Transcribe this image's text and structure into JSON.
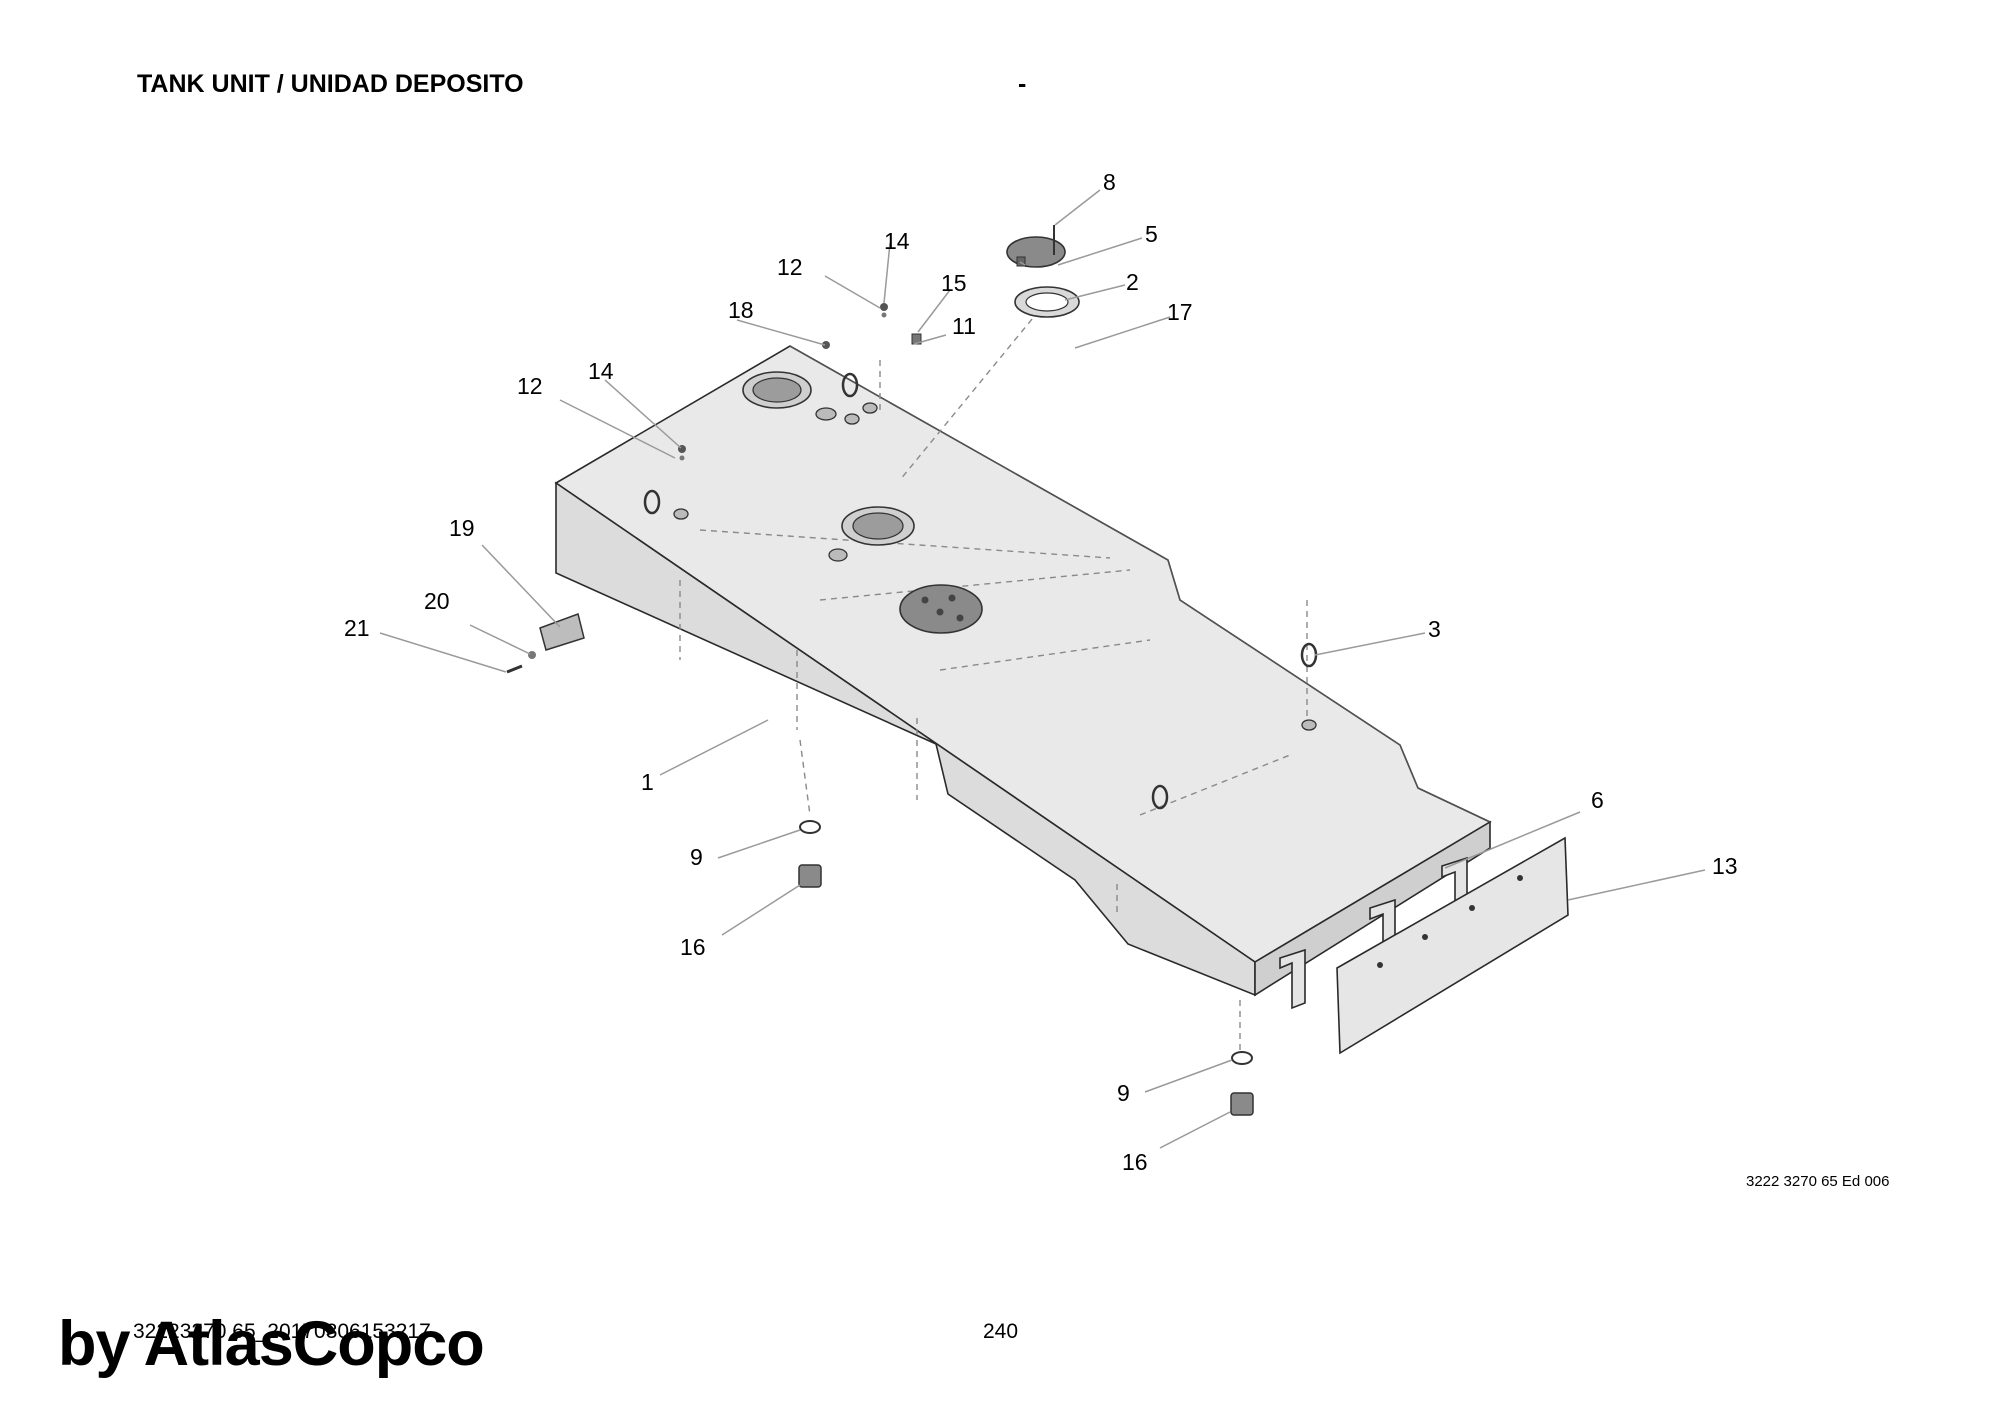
{
  "header": {
    "title": "TANK UNIT / UNIDAD DEPOSITO",
    "separator": "-"
  },
  "drawing": {
    "reference": "3222 3270  65 Ed 006",
    "callouts": {
      "c1": "1",
      "c2": "2",
      "c3": "3",
      "c5": "5",
      "c6": "6",
      "c8": "8",
      "c9a": "9",
      "c9b": "9",
      "c11": "11",
      "c12a": "12",
      "c12b": "12",
      "c13": "13",
      "c14a": "14",
      "c14b": "14",
      "c15": "15",
      "c16a": "16",
      "c16b": "16",
      "c17": "17",
      "c18": "18",
      "c19": "19",
      "c20": "20",
      "c21": "21"
    }
  },
  "footer": {
    "code": "32223270 65_20170306153217",
    "page": "240",
    "brand": "by AtlasCopco"
  }
}
